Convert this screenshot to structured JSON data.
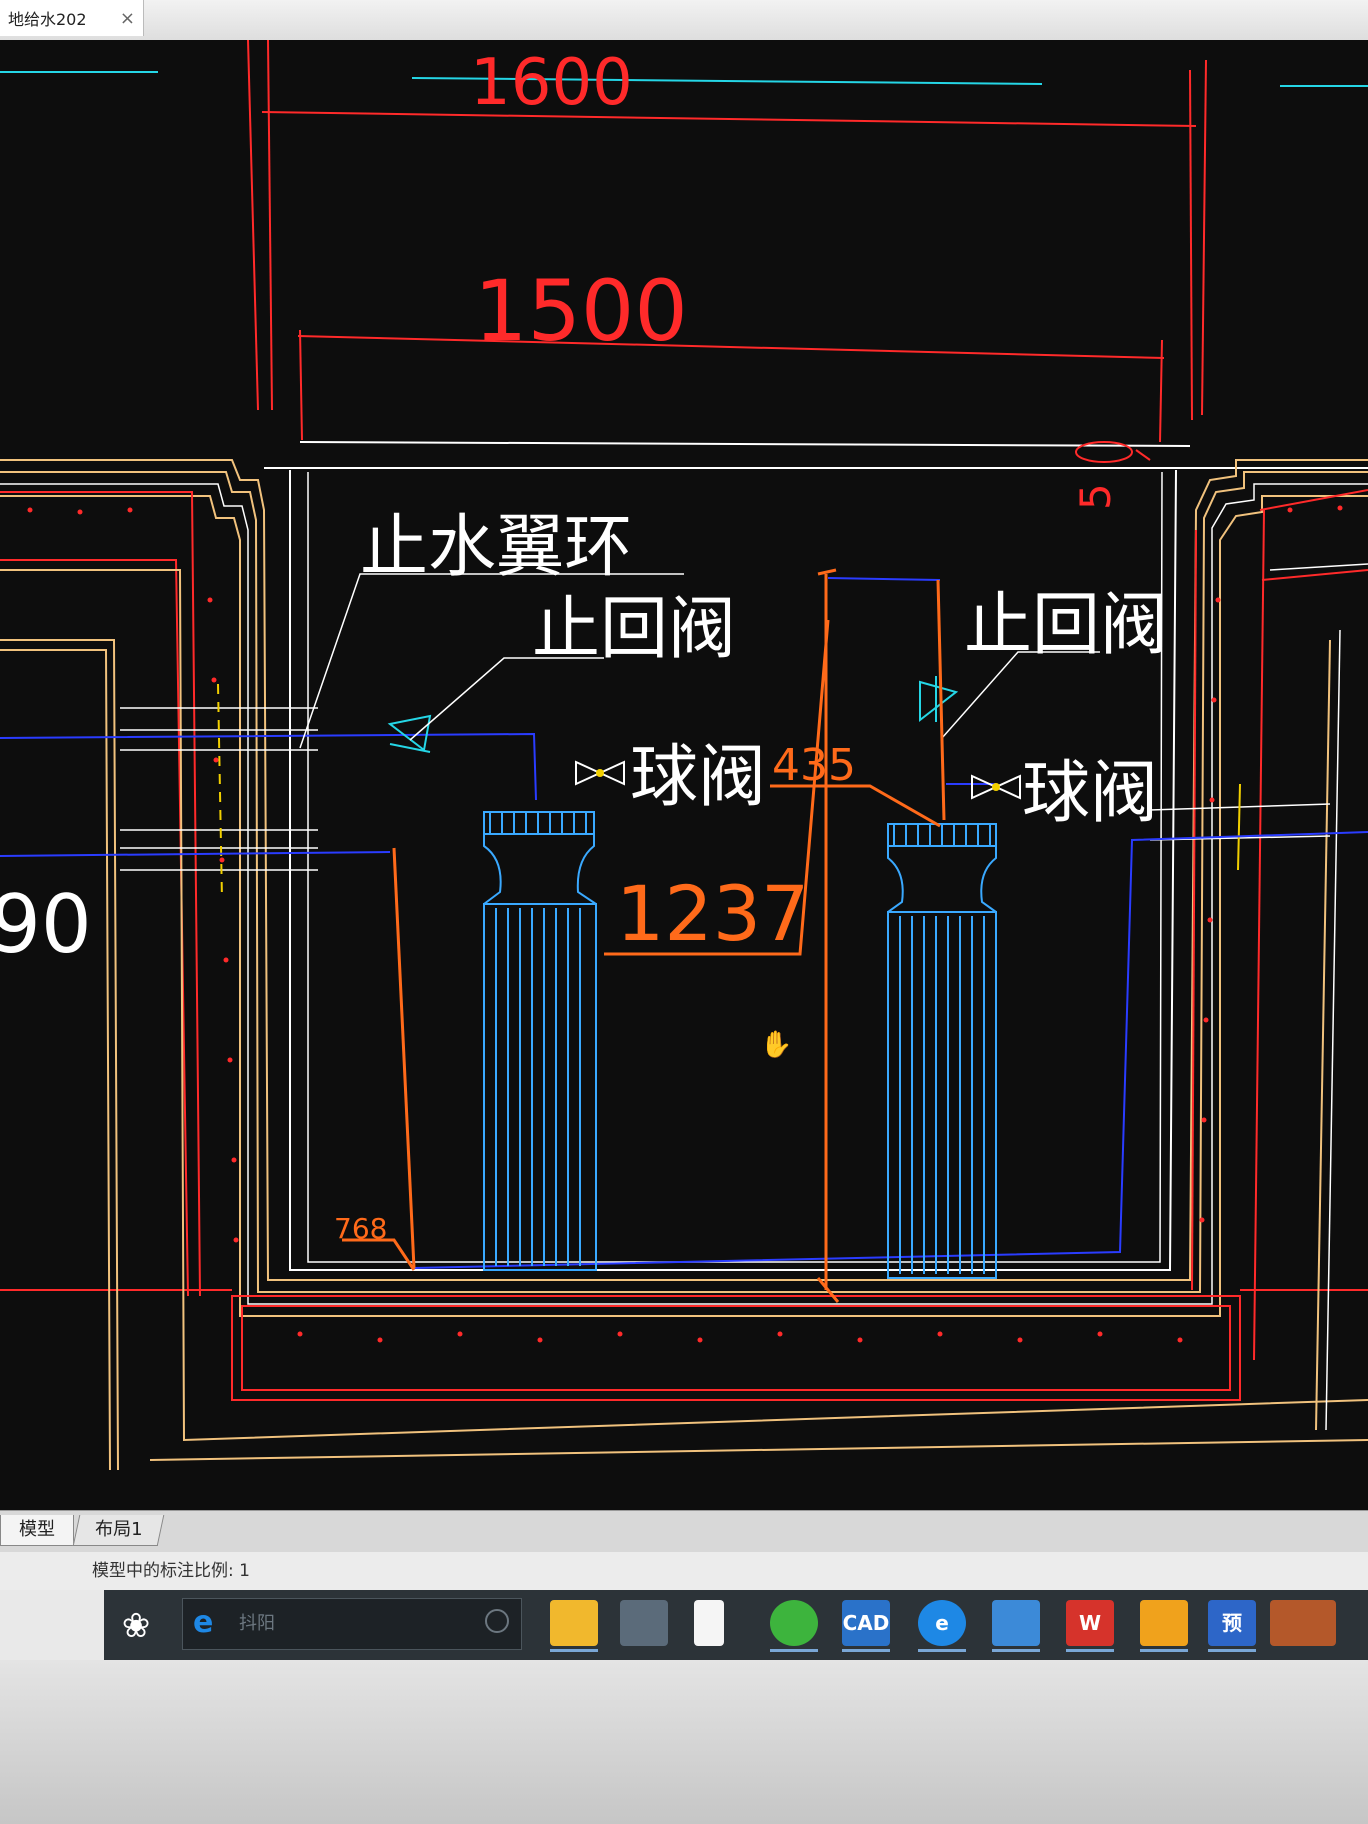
{
  "window": {
    "file_tab_title": "地给水202",
    "file_tab_close": "×"
  },
  "drawing": {
    "dimensions": {
      "overall_width": "1600",
      "inner_width": "1500",
      "dim_5": "5",
      "dim_1237": "1237",
      "dim_435": "435",
      "dim_768": "768",
      "dim_90": "90"
    },
    "labels": {
      "waterstop_ring": "止水翼环",
      "check_valve_left": "止回阀",
      "check_valve_right": "止回阀",
      "ball_valve_left": "球阀",
      "ball_valve_right": "球阀"
    },
    "colors": {
      "background": "#0d0d0d",
      "dimension_red": "#ff2a2a",
      "wall_yellow": "#f1c27d",
      "pipe_blue": "#2a3cff",
      "equipment_cyan": "#3aa9ff",
      "line_white": "#ffffff",
      "orange": "#ff6a1a",
      "cyan_line": "#25d6e6"
    }
  },
  "layout_tabs": {
    "model": "模型",
    "layout1": "布局1"
  },
  "status": {
    "annotation_scale_label": "模型中的标注比例: 1"
  },
  "taskbar": {
    "start_icon": "windows-start-icon",
    "search_placeholder": "抖阳",
    "apps": [
      {
        "icon": "file-explorer-icon",
        "label": ""
      },
      {
        "icon": "store-icon",
        "label": ""
      },
      {
        "icon": "blank-document-icon",
        "label": ""
      },
      {
        "icon": "green-browser-icon",
        "label": ""
      },
      {
        "icon": "cad-icon",
        "label": "CAD"
      },
      {
        "icon": "edge-icon",
        "label": "e"
      },
      {
        "icon": "archive-icon",
        "label": ""
      },
      {
        "icon": "wps-icon",
        "label": "W"
      },
      {
        "icon": "cloud-icon",
        "label": ""
      },
      {
        "icon": "preview-icon",
        "label": "预"
      },
      {
        "icon": "media-icon",
        "label": ""
      }
    ]
  }
}
